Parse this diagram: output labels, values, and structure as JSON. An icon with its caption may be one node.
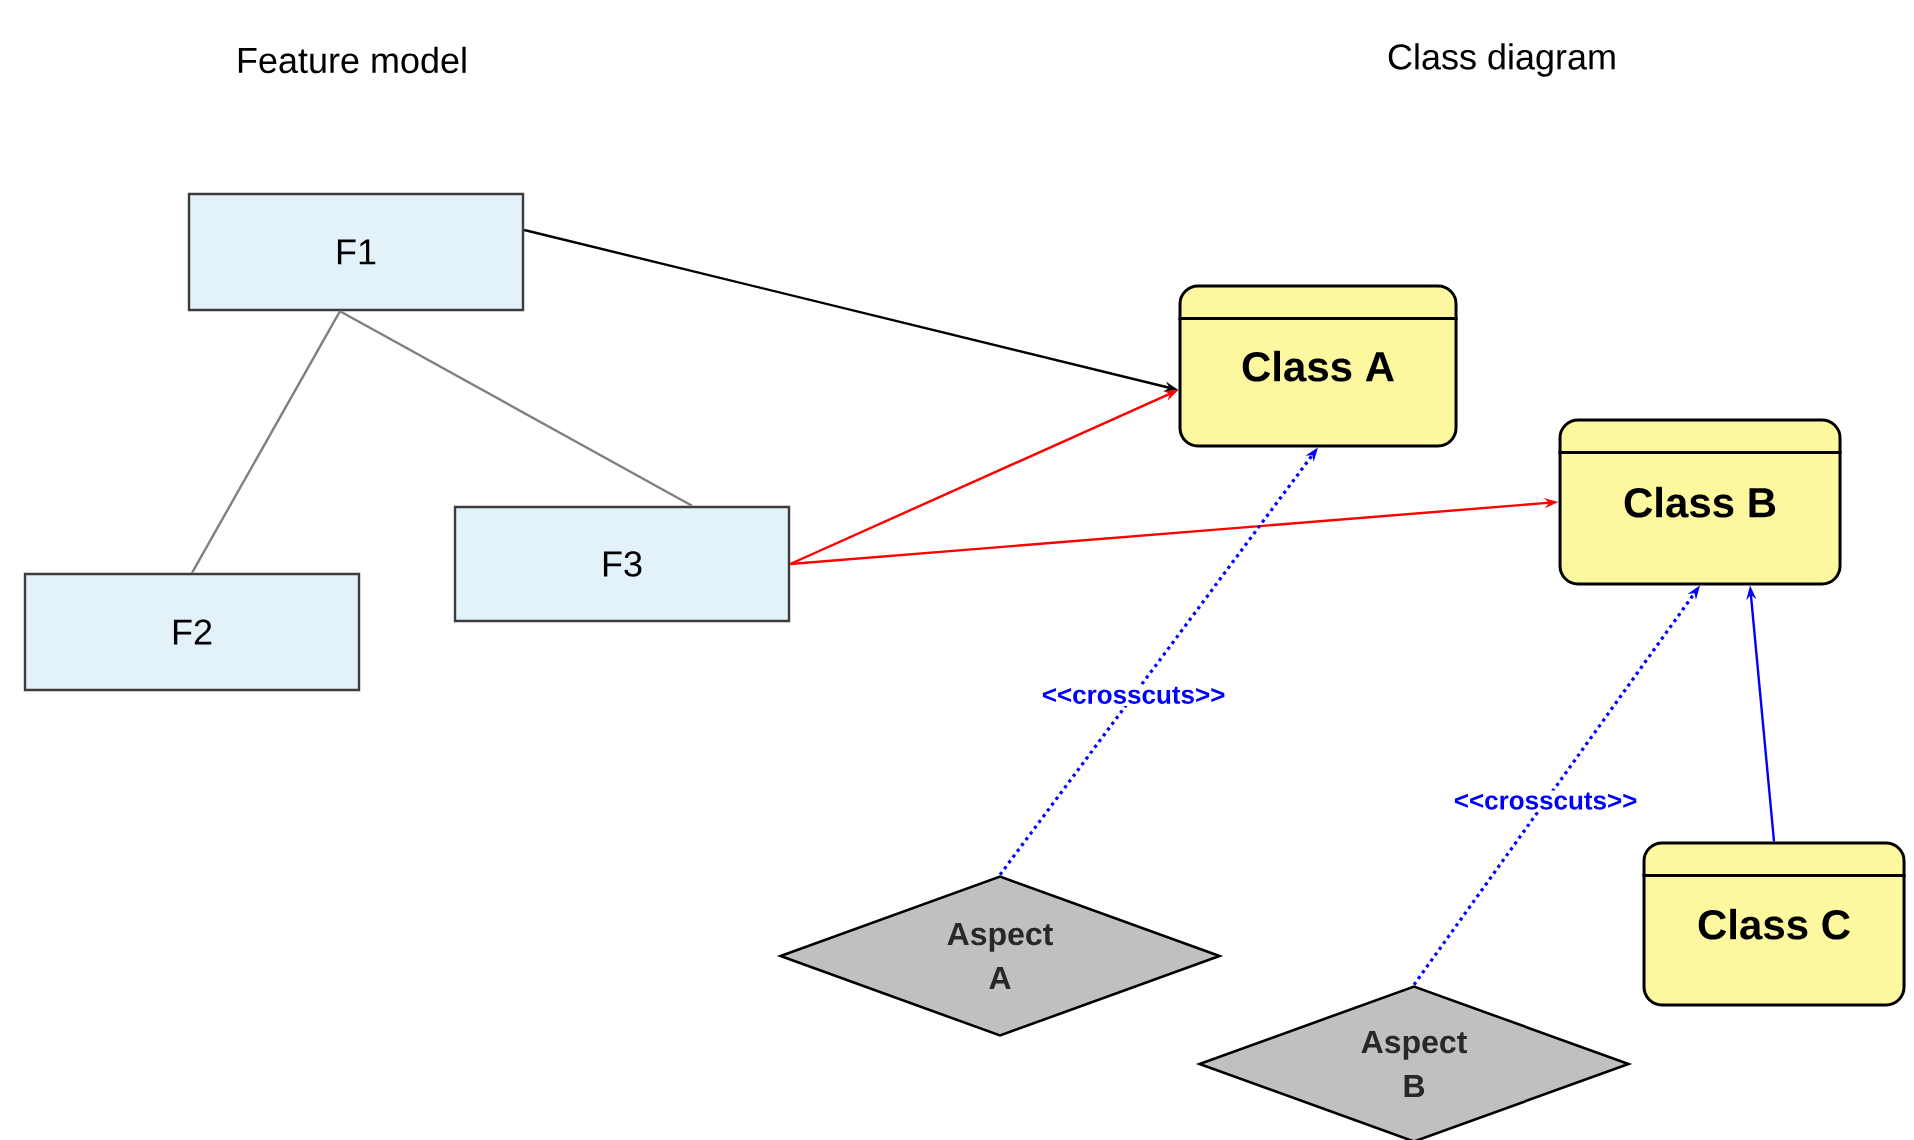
{
  "diagram": {
    "nodes": [
      {
        "text": [
          "F1"
        ]
      },
      {
        "text": [
          "F2"
        ]
      },
      {
        "text": [
          "F3"
        ]
      },
      {
        "text": [
          "Class A"
        ]
      },
      {
        "text": [
          "Class B"
        ]
      },
      {
        "text": [
          "Aspect A"
        ]
      },
      {
        "text": [
          "Aspect B"
        ]
      },
      {
        "text": [
          "Class C"
        ]
      }
    ],
    "edges": [
      {
        "from": 0,
        "to": 1,
        "arrow": "none",
        "color": "#808080"
      },
      {
        "from": 0,
        "to": 2,
        "arrow": "none",
        "color": "#808080"
      },
      {
        "from": 0,
        "to": 3,
        "arrow": "to",
        "color": "#000000"
      },
      {
        "from": 2,
        "to": 3,
        "arrow": "to",
        "color": "#ff0000"
      },
      {
        "from": 2,
        "to": 4,
        "arrow": "to",
        "color": "#ff0000"
      },
      {
        "from": 5,
        "to": 3,
        "arrow": "to",
        "label": "<<crosscuts>>",
        "style": "dashed",
        "color": "#0000ff"
      },
      {
        "from": 6,
        "to": 4,
        "arrow": "to",
        "label": "<<crosscuts>>",
        "style": "dashed",
        "color": "#0000ff"
      },
      {
        "from": 7,
        "to": 4,
        "arrow": "to",
        "color": "#0000ff"
      }
    ],
    "labels": [
      "Feature model",
      "Class diagram"
    ]
  }
}
